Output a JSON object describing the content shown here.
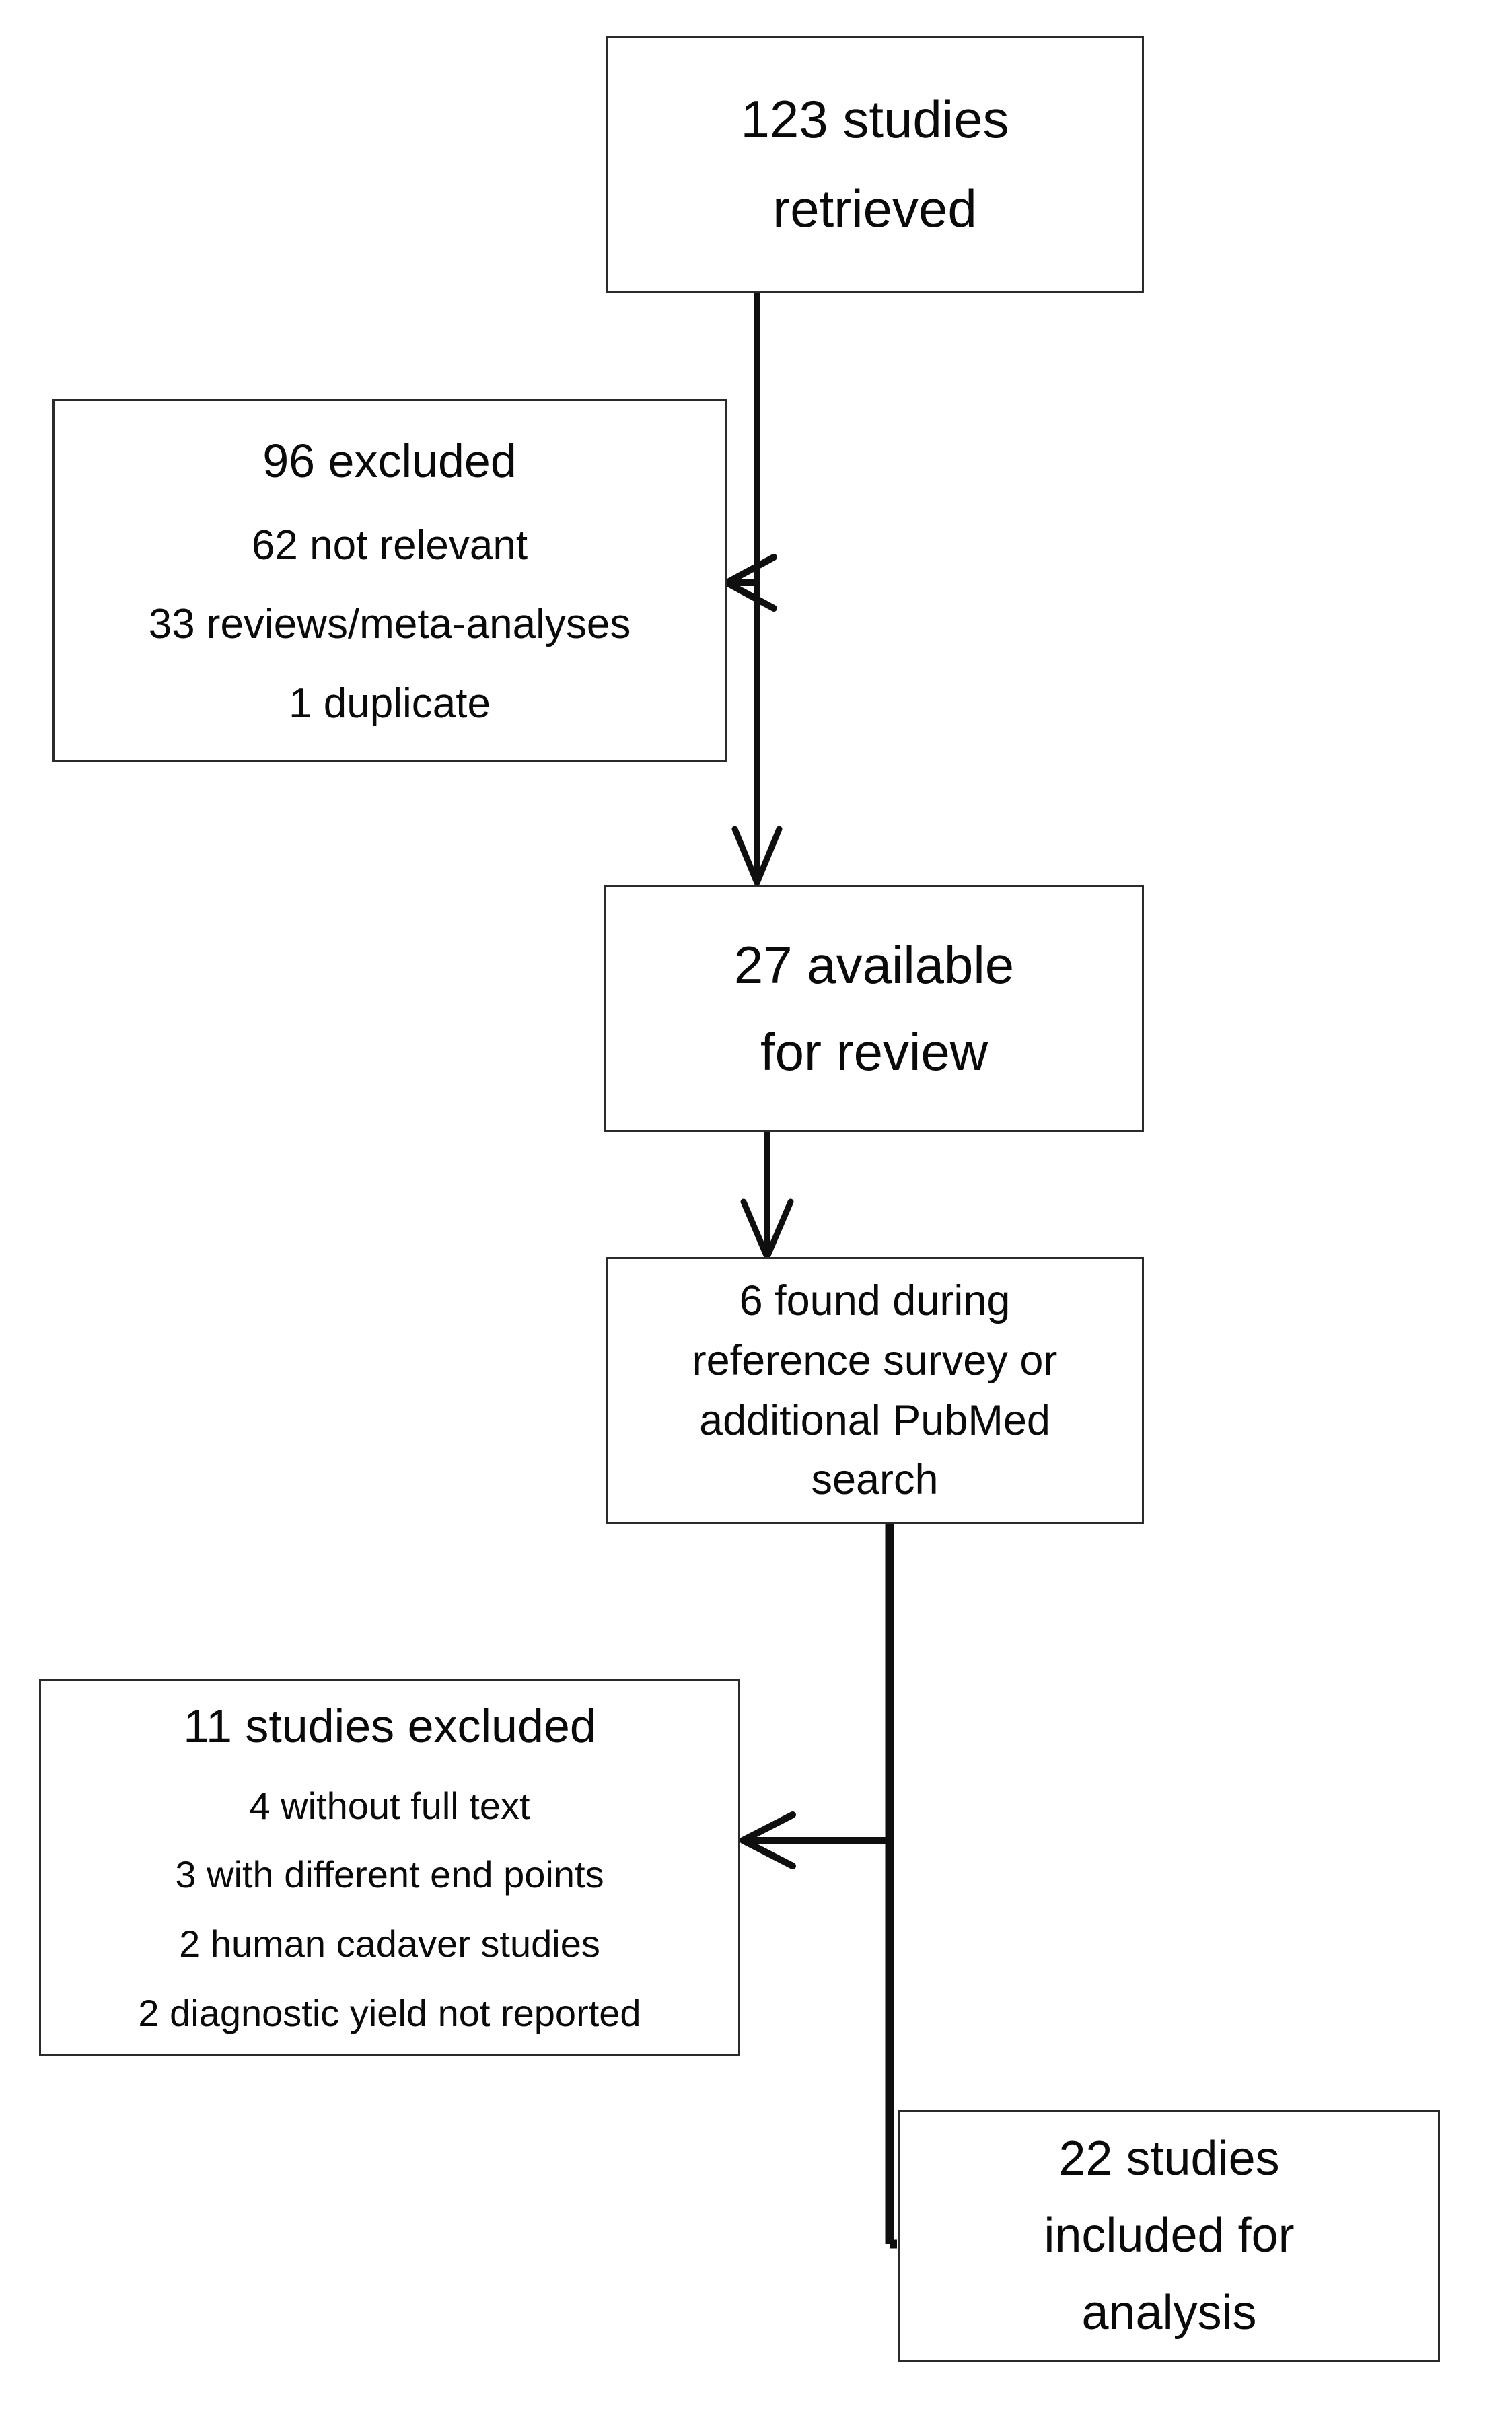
{
  "diagram": {
    "title_present": false,
    "type": "prisma-study-selection-flowchart",
    "stroke_color": "#2b2b2b",
    "text_color": "#0a0a0a",
    "background_color": "#ffffff"
  },
  "nodes": {
    "retrieved": {
      "line1": "123 studies",
      "line2": "retrieved"
    },
    "excluded96": {
      "heading": "96 excluded",
      "reason1": "62 not relevant",
      "reason2": "33 reviews/meta-analyses",
      "reason3": "1 duplicate"
    },
    "available": {
      "line1": "27 available",
      "line2": "for review"
    },
    "found6": {
      "line1": "6  found during",
      "line2": "reference survey or",
      "line3": "additional PubMed",
      "line4": "search"
    },
    "excluded11": {
      "heading": "11 studies excluded",
      "reason1": "4 without full text",
      "reason2": "3 with different end points",
      "reason3": "2 human cadaver studies",
      "reason4": "2 diagnostic yield not reported"
    },
    "included22": {
      "line1": "22 studies",
      "line2": "included  for",
      "line3": "analysis"
    }
  },
  "chart_data": {
    "type": "diagram",
    "title": "Study selection flow diagram",
    "nodes": [
      {
        "id": "retrieved",
        "label": "123 studies retrieved",
        "count": 123
      },
      {
        "id": "excluded96",
        "label": "96 excluded",
        "count": 96,
        "breakdown": [
          {
            "label": "not relevant",
            "count": 62
          },
          {
            "label": "reviews/meta-analyses",
            "count": 33
          },
          {
            "label": "duplicate",
            "count": 1
          }
        ]
      },
      {
        "id": "available",
        "label": "27 available for review",
        "count": 27
      },
      {
        "id": "found6",
        "label": "6  found during reference survey or additional PubMed search",
        "count": 6
      },
      {
        "id": "excluded11",
        "label": "11 studies excluded",
        "count": 11,
        "breakdown": [
          {
            "label": "without full text",
            "count": 4
          },
          {
            "label": "with different end points",
            "count": 3
          },
          {
            "label": "human cadaver studies",
            "count": 2
          },
          {
            "label": "diagnostic yield not reported",
            "count": 2
          }
        ]
      },
      {
        "id": "included22",
        "label": "22 studies included for analysis",
        "count": 22
      }
    ],
    "edges": [
      {
        "from": "retrieved",
        "to": "excluded96",
        "direction": "left"
      },
      {
        "from": "retrieved",
        "to": "available",
        "direction": "down"
      },
      {
        "from": "available",
        "to": "found6",
        "direction": "down"
      },
      {
        "from": "found6",
        "to": "excluded11",
        "direction": "left"
      },
      {
        "from": "found6",
        "to": "included22",
        "direction": "down-right"
      }
    ]
  }
}
